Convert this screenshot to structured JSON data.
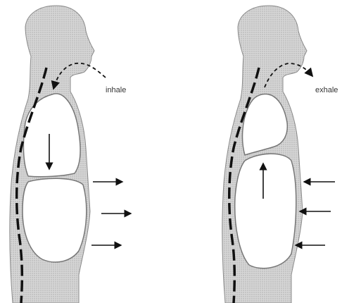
{
  "panels": [
    {
      "id": "inhale",
      "label": "inhale",
      "diaphragm_movement": "down",
      "side_arrows": "outward"
    },
    {
      "id": "exhale",
      "label": "exhale",
      "diaphragm_movement": "up",
      "side_arrows": "inward"
    }
  ],
  "colors": {
    "body_fill": "#cfcfcf",
    "cavity_fill": "#ffffff",
    "outline": "#6f6f6f",
    "spine": "#111111",
    "arrows": "#111111",
    "background": "#ffffff"
  }
}
